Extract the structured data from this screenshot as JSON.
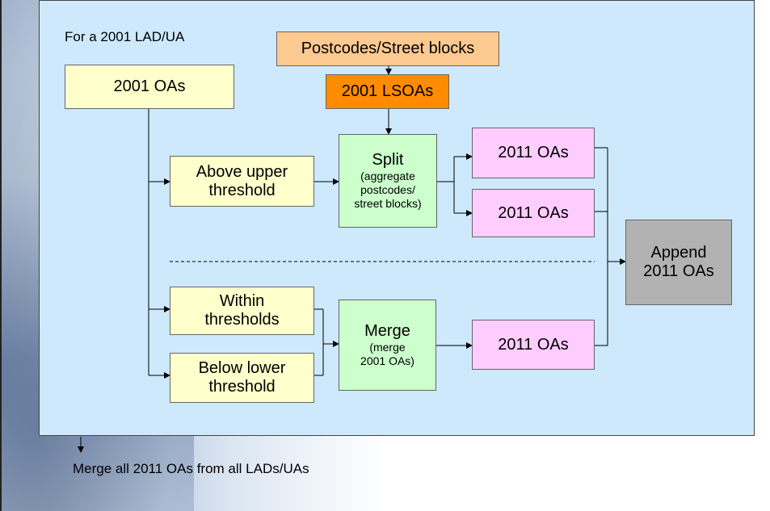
{
  "title": "For a 2001 LAD/UA",
  "footer": "Merge all 2011 OAs from all LADs/UAs",
  "boxes": {
    "oas2001": "2001 OAs",
    "postcodes": "Postcodes/Street blocks",
    "lsoas2001": "2001 LSOAs",
    "above": [
      "Above upper",
      "threshold"
    ],
    "within": [
      "Within",
      "thresholds"
    ],
    "below": [
      "Below lower",
      "threshold"
    ],
    "split": {
      "title": "Split",
      "sub": [
        "(aggregate",
        "postcodes/",
        "street blocks)"
      ]
    },
    "merge": {
      "title": "Merge",
      "sub": [
        "(merge",
        "2001 OAs)"
      ]
    },
    "oas2011_a": "2011 OAs",
    "oas2011_b": "2011 OAs",
    "oas2011_c": "2011 OAs",
    "append": [
      "Append",
      "2011 OAs"
    ]
  },
  "colors": {
    "canvas": "#cde9fb",
    "yellow": "#ffffcc",
    "peach": "#fcc990",
    "orange": "#ff8c00",
    "green": "#ccffcc",
    "pink": "#ffccff",
    "grey": "#b2b2b2"
  }
}
